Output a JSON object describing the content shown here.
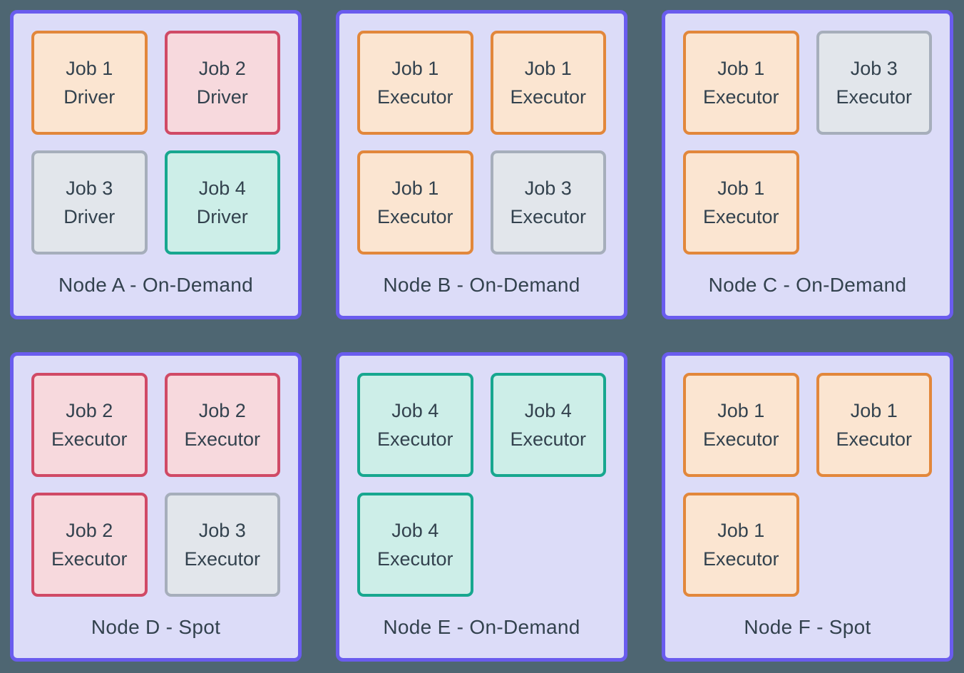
{
  "colors": {
    "page_bg": "#4E6672",
    "node_fill": "#DCDCF8",
    "node_border": "#6A5CEE",
    "text": "#33424E",
    "orange_fill": "#FBE5D1",
    "orange_border": "#E2873B",
    "red_fill": "#F7D9DD",
    "red_border": "#D04A66",
    "gray_fill": "#E2E6EB",
    "gray_border": "#A6AEBB",
    "teal_fill": "#CDEEE8",
    "teal_border": "#17A78F"
  },
  "nodes": [
    {
      "label": "Node A - On-Demand",
      "jobs": [
        {
          "line1": "Job 1",
          "line2": "Driver",
          "style": "orange"
        },
        {
          "line1": "Job 2",
          "line2": "Driver",
          "style": "red"
        },
        {
          "line1": "Job 3",
          "line2": "Driver",
          "style": "gray"
        },
        {
          "line1": "Job 4",
          "line2": "Driver",
          "style": "teal"
        }
      ]
    },
    {
      "label": "Node B - On-Demand",
      "jobs": [
        {
          "line1": "Job 1",
          "line2": "Executor",
          "style": "orange"
        },
        {
          "line1": "Job 1",
          "line2": "Executor",
          "style": "orange"
        },
        {
          "line1": "Job 1",
          "line2": "Executor",
          "style": "orange"
        },
        {
          "line1": "Job 3",
          "line2": "Executor",
          "style": "gray"
        }
      ]
    },
    {
      "label": "Node C - On-Demand",
      "jobs": [
        {
          "line1": "Job 1",
          "line2": "Executor",
          "style": "orange"
        },
        {
          "line1": "Job 3",
          "line2": "Executor",
          "style": "gray"
        },
        {
          "line1": "Job 1",
          "line2": "Executor",
          "style": "orange"
        }
      ]
    },
    {
      "label": "Node D - Spot",
      "jobs": [
        {
          "line1": "Job 2",
          "line2": "Executor",
          "style": "red"
        },
        {
          "line1": "Job 2",
          "line2": "Executor",
          "style": "red"
        },
        {
          "line1": "Job 2",
          "line2": "Executor",
          "style": "red"
        },
        {
          "line1": "Job 3",
          "line2": "Executor",
          "style": "gray"
        }
      ]
    },
    {
      "label": "Node E - On-Demand",
      "jobs": [
        {
          "line1": "Job 4",
          "line2": "Executor",
          "style": "teal"
        },
        {
          "line1": "Job 4",
          "line2": "Executor",
          "style": "teal"
        },
        {
          "line1": "Job 4",
          "line2": "Executor",
          "style": "teal"
        }
      ]
    },
    {
      "label": "Node F - Spot",
      "jobs": [
        {
          "line1": "Job 1",
          "line2": "Executor",
          "style": "orange"
        },
        {
          "line1": "Job 1",
          "line2": "Executor",
          "style": "orange"
        },
        {
          "line1": "Job 1",
          "line2": "Executor",
          "style": "orange"
        }
      ]
    }
  ]
}
